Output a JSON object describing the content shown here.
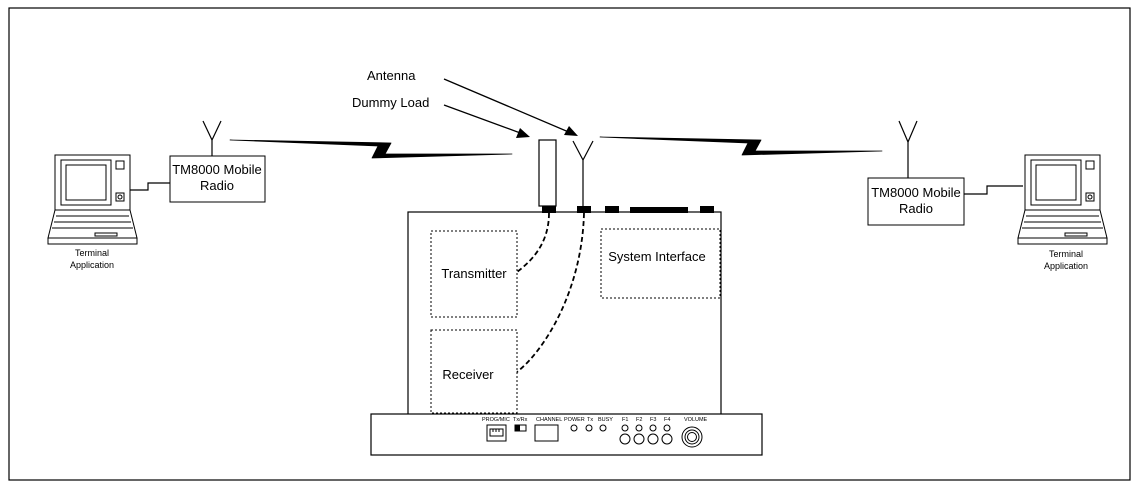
{
  "labels": {
    "antenna": "Antenna",
    "dummy_load": "Dummy Load",
    "left_radio_line1": "TM8000 Mobile",
    "left_radio_line2": "Radio",
    "right_radio_line1": "TM8000 Mobile",
    "right_radio_line2": "Radio",
    "left_terminal_line1": "Terminal",
    "left_terminal_line2": "Application",
    "right_terminal_line1": "Terminal",
    "right_terminal_line2": "Application",
    "transmitter": "Transmitter",
    "receiver": "Receiver",
    "system_interface": "System Interface"
  },
  "front_panel": {
    "prog_mic": "PROG/MIC",
    "tx_rx": "Tx/Rx",
    "channel": "CHANNEL",
    "power": "POWER",
    "tx": "Tx",
    "busy": "BUSY",
    "f1": "F1",
    "f2": "F2",
    "f3": "F3",
    "f4": "F4",
    "volume": "VOLUME"
  },
  "colors": {
    "line": "#000000",
    "background": "#ffffff"
  }
}
